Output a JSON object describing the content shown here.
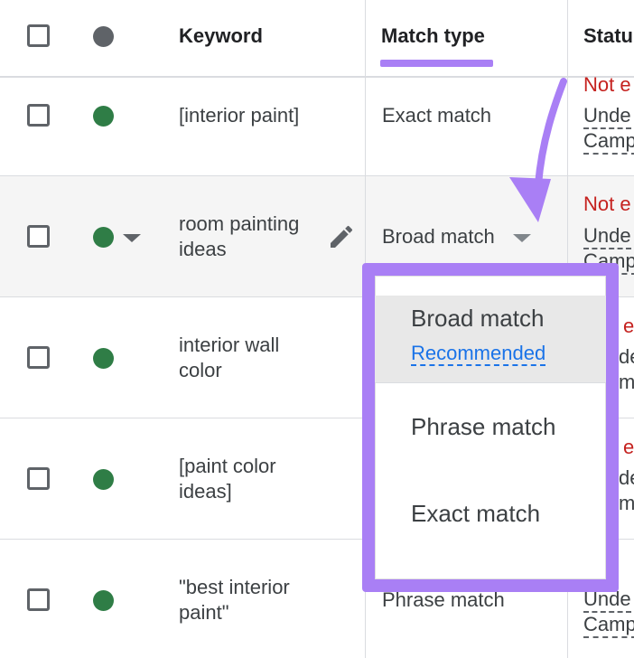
{
  "header": {
    "keyword_label": "Keyword",
    "match_type_label": "Match type",
    "status_label": "Statu"
  },
  "rows": [
    {
      "keyword": "[interior paint]",
      "match_type": "Exact match",
      "status_top": "Not e",
      "status_mid": "Unde",
      "status_bottom": "Camp"
    },
    {
      "keyword": "room painting\nideas",
      "match_type": "Broad match",
      "status_top": "Not e",
      "status_mid": "Unde",
      "status_bottom": "Camp"
    },
    {
      "keyword": "interior wall\ncolor",
      "match_type": "",
      "status_top": "e",
      "status_mid": "de",
      "status_bottom": "mp"
    },
    {
      "keyword": "[paint color\nideas]",
      "match_type": "",
      "status_top": "e",
      "status_mid": "de",
      "status_bottom": "mp"
    },
    {
      "keyword": "\"best interior\npaint\"",
      "match_type": "Phrase match",
      "status_top": "",
      "status_mid": "Unde",
      "status_bottom": "Camp"
    }
  ],
  "dropdown": {
    "options": [
      {
        "label": "Broad match",
        "sublabel": "Recommended",
        "selected": true
      },
      {
        "label": "Phrase match"
      },
      {
        "label": "Exact match"
      }
    ]
  },
  "colors": {
    "highlight_purple": "#a97ff5",
    "status_dot_green": "#2f7d46",
    "error_red": "#c5221f",
    "link_blue": "#1a73e8"
  },
  "icons": [
    "checkbox-icon",
    "status-dot-icon",
    "caret-down-icon",
    "pencil-icon",
    "curved-arrow-icon"
  ]
}
